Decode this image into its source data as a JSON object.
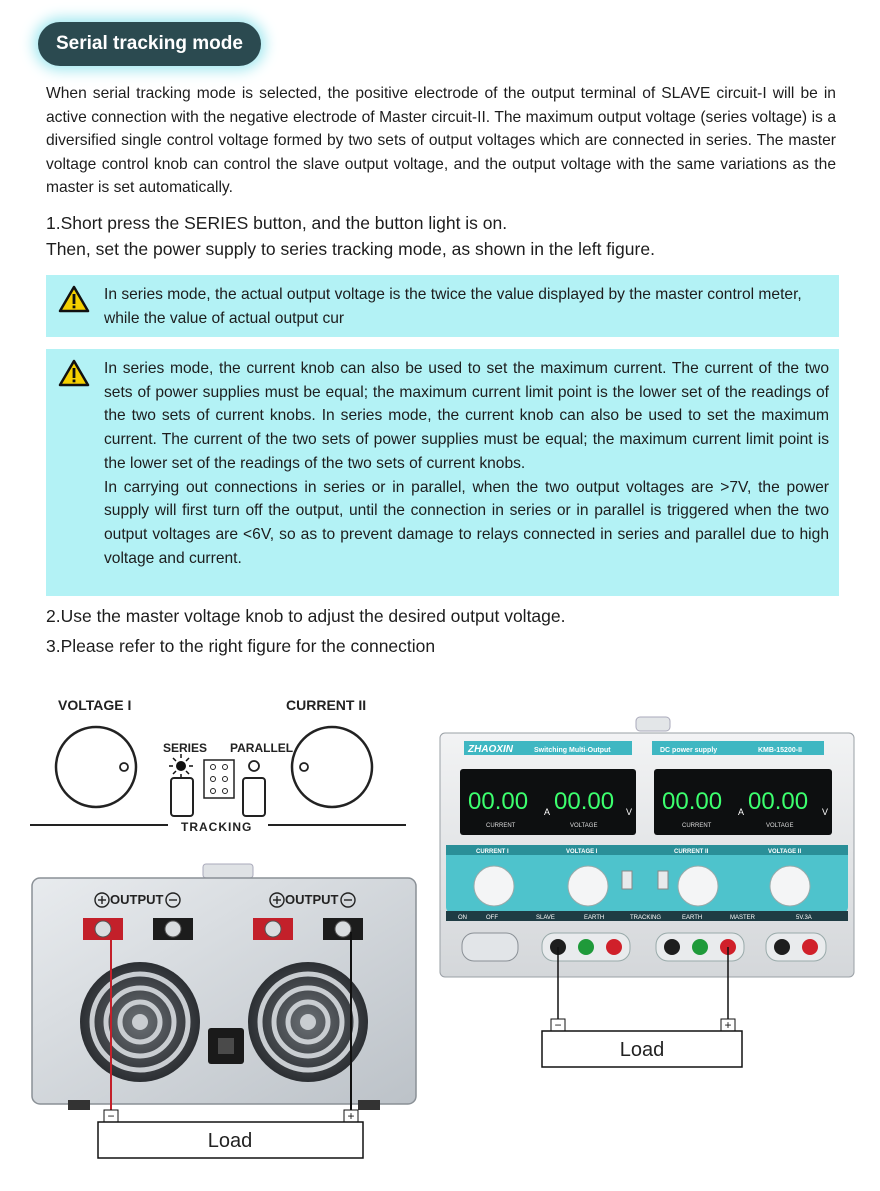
{
  "section_title": "Serial tracking mode",
  "intro": "When serial tracking mode is selected, the positive electrode of the output terminal of SLAVE circuit-I will be in active connection with the negative electrode of Master circuit-II. The maximum output voltage (series voltage) is a diversified single control voltage formed by two sets of output voltages which are connected in series. The master voltage control knob can control the slave output voltage, and the output voltage with the same variations as the master is set automatically.",
  "step1_line1": "1.Short press the SERIES button, and the button light is on.",
  "step1_line2": "Then, set the power supply to series tracking mode, as shown in the left figure.",
  "note1": "In series mode, the actual output voltage is the twice the value displayed by the master control meter, while the value of actual output cur",
  "note2_p1": "In series mode, the current knob can also be used to set the maximum current. The current of the two sets of power supplies must be equal; the maximum current limit point is the lower set of the readings of the two sets of current knobs. In series mode, the current knob can also be used to set the maximum current. The current of the two sets of power supplies must be equal; the maximum current limit point is the lower set of the readings of the two sets of current knobs.",
  "note2_p2": "In carrying out connections in series or in parallel, when the two output voltages are >7V, the power supply will first turn off the output, until the connection in series or in parallel is triggered when the two output voltages are <6V, so as to prevent damage to relays connected in series and parallel due to high voltage and current.",
  "step2": "2.Use the master voltage knob to adjust the desired output voltage.",
  "step3": "3.Please refer to the right figure for the connection",
  "panel_fig": {
    "voltage_label": "VOLTAGE I",
    "current_label": "CURRENT II",
    "series_label": "SERIES",
    "parallel_label": "PARALLEL",
    "tracking_label": "TRACKING"
  },
  "rear_fig": {
    "output_label": "OUTPUT",
    "load_label": "Load",
    "minus": "−",
    "plus": "+"
  },
  "front_fig": {
    "brand": "ZHAOXIN",
    "subtitle": "Switching Multi-Output",
    "dc_label": "DC power supply",
    "model": "KMB-15200-II",
    "displays": [
      "00.00",
      "00.00",
      "00.00",
      "00.00"
    ],
    "unit_a": "A",
    "unit_v": "V",
    "current_caption": "CURRENT",
    "voltage_caption": "VOLTAGE",
    "knob_labels": [
      "CURRENT I",
      "VOLTAGE I",
      "CURRENT II",
      "VOLTAGE II"
    ],
    "slave": "SLAVE",
    "tracking": "TRACKING",
    "master": "MASTER",
    "earth": "EARTH",
    "fixed": "5V.3A",
    "on": "ON",
    "off": "OFF",
    "load_label": "Load",
    "minus": "−",
    "plus": "+"
  },
  "colors": {
    "title_bg": "#2b4a50",
    "note_bg": "#b3f2f5",
    "panel_teal": "#4ec3cc",
    "display_green": "#3cff6e"
  }
}
